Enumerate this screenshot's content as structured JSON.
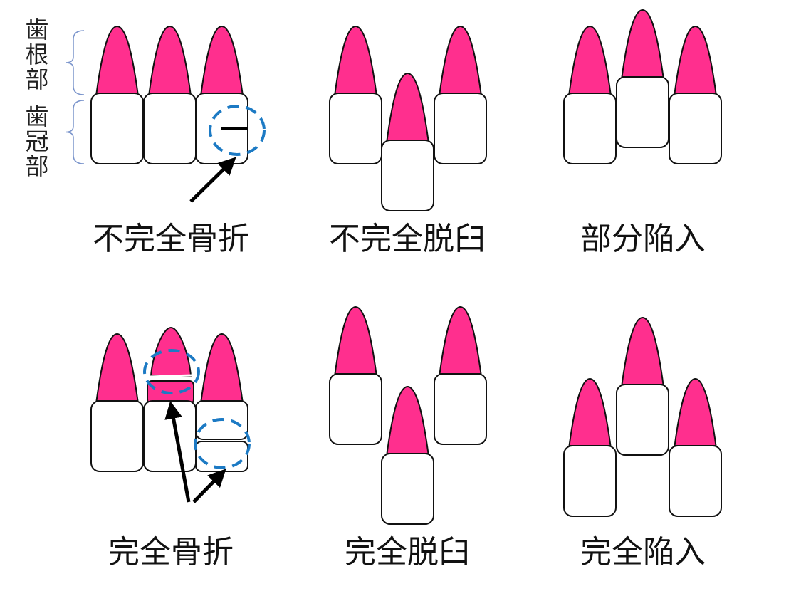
{
  "colors": {
    "root": "#ff2f8e",
    "crown": "#ffffff",
    "outline": "#111111",
    "highlight": "#1c7ac4",
    "brace": "#7b95cc"
  },
  "side_labels": {
    "root_part": "歯根部",
    "crown_part": "歯冠部"
  },
  "panels": [
    {
      "id": "incomplete-fracture",
      "label": "不完全骨折"
    },
    {
      "id": "incomplete-luxation",
      "label": "不完全脱臼"
    },
    {
      "id": "partial-intrusion",
      "label": "部分陥入"
    },
    {
      "id": "complete-fracture",
      "label": "完全骨折"
    },
    {
      "id": "complete-luxation",
      "label": "完全脱臼"
    },
    {
      "id": "complete-intrusion",
      "label": "完全陥入"
    }
  ]
}
